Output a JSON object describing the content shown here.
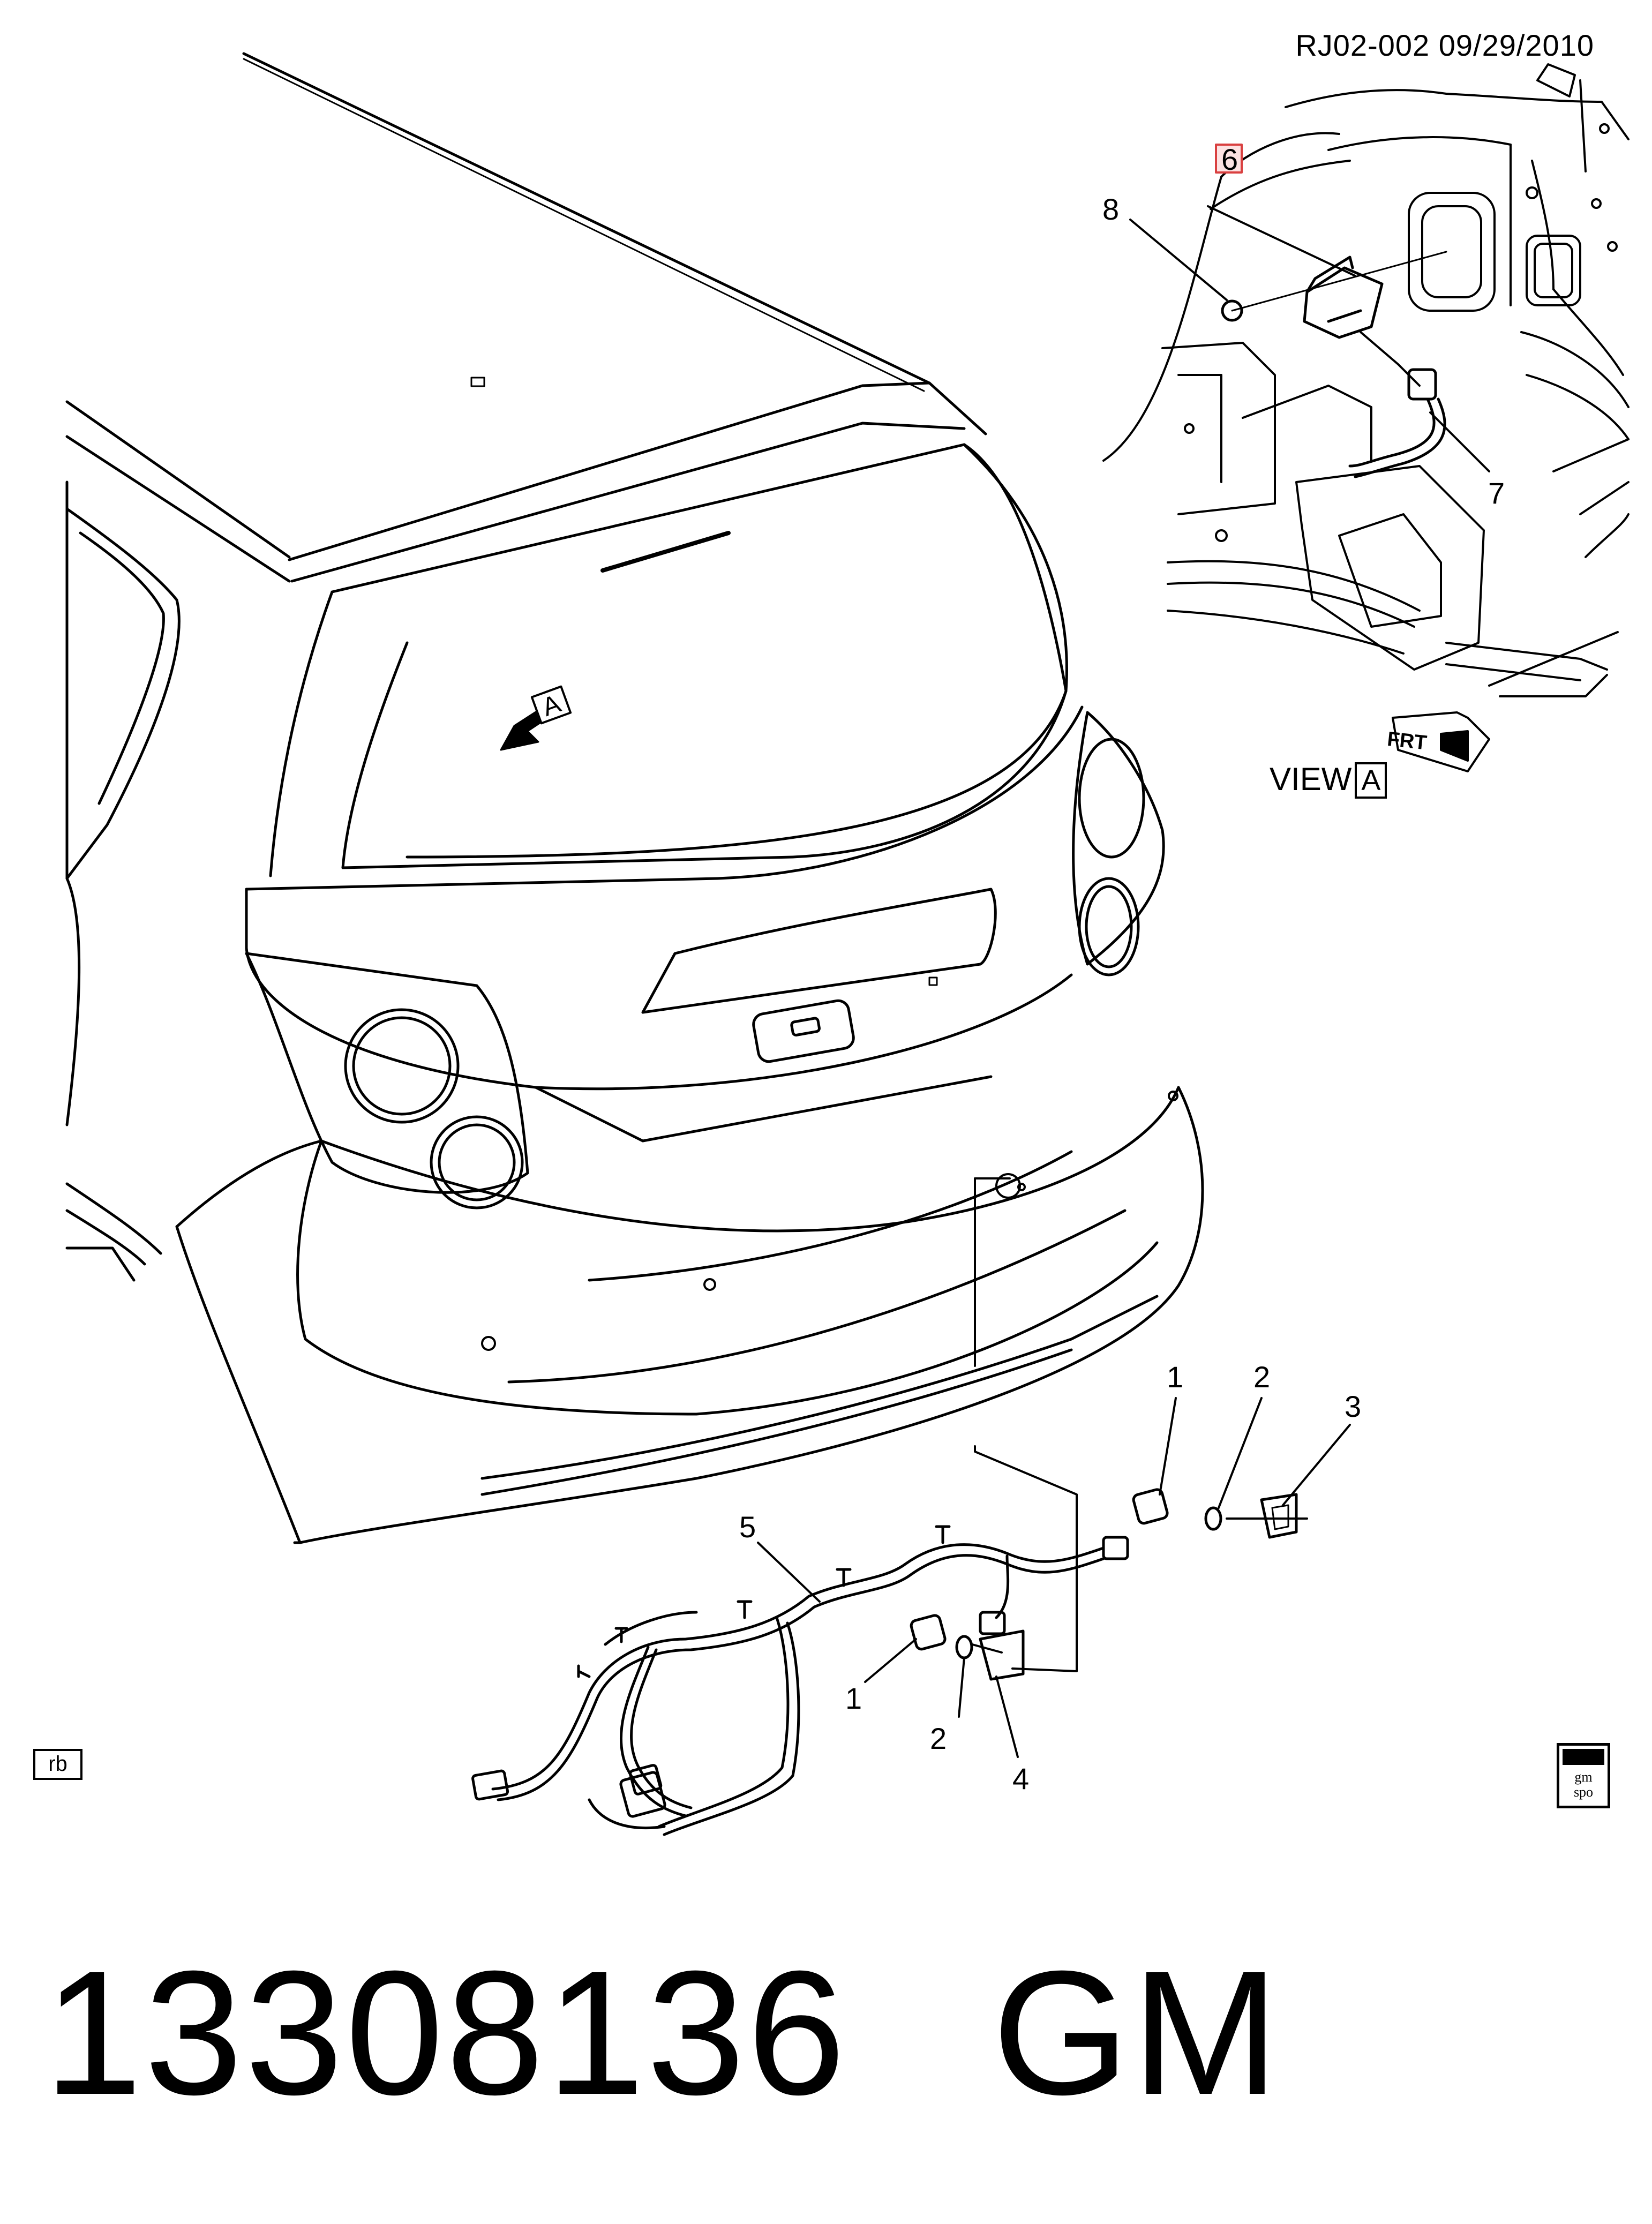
{
  "header": {
    "reference": "RJ02-002  09/29/2010"
  },
  "view_label": {
    "text": "VIEW",
    "letter": "A"
  },
  "view_marker": {
    "letter": "A"
  },
  "frt_label": "FRT",
  "callouts": {
    "c1a": "1",
    "c2a": "2",
    "c3": "3",
    "c5": "5",
    "c1b": "1",
    "c2b": "2",
    "c4": "4",
    "c6": "6",
    "c7": "7",
    "c8": "8"
  },
  "rb_label": "rb",
  "logo": {
    "line1": "gm",
    "line2": "spo"
  },
  "part_number": {
    "number": "13308136",
    "brand": "GM"
  }
}
